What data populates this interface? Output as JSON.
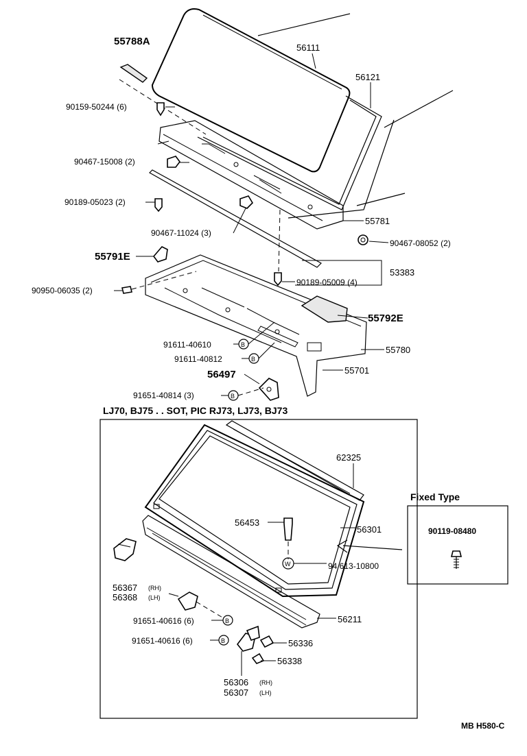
{
  "labels": {
    "p55788A": "55788A",
    "p56111": "56111",
    "p56121": "56121",
    "p90159": "90159-50244 (6)",
    "p90467_15008": "90467-15008 (2)",
    "p90189_05023": "90189-05023 (2)",
    "p90467_11024": "90467-11024 (3)",
    "p55781": "55781",
    "p90467_08052": "90467-08052 (2)",
    "p55791E": "55791E",
    "p53383": "53383",
    "p90189_05009": "90189-05009 (4)",
    "p90950": "90950-06035 (2)",
    "p55792E": "55792E",
    "p91611_40610": "91611-40610",
    "p55780": "55780",
    "p91611_40812": "91611-40812",
    "p56497": "56497",
    "p55701": "55701",
    "p91651_40814": "91651-40814 (3)",
    "p62325": "62325",
    "p56453": "56453",
    "p56301": "56301",
    "p94613": "94 613-10800",
    "p56367": "56367",
    "p56368": "56368",
    "rh1": "(RH)",
    "lh1": "(LH)",
    "p91651_40616a": "91651-40616 (6)",
    "p91651_40616b": "91651-40616 (6)",
    "p56211": "56211",
    "p56336": "56336",
    "p56338": "56338",
    "p56306": "56306",
    "p56307": "56307",
    "rh2": "(RH)",
    "lh2": "(LH)",
    "p90119": "90119-08480"
  },
  "variant_header": "LJ70, BJ75 . . SOT, PIC  RJ73, LJ73, BJ73",
  "fixed_type_title": "Fixed Type",
  "badges": {
    "b": "B",
    "w": "W"
  },
  "footer": "MB  H580-C"
}
